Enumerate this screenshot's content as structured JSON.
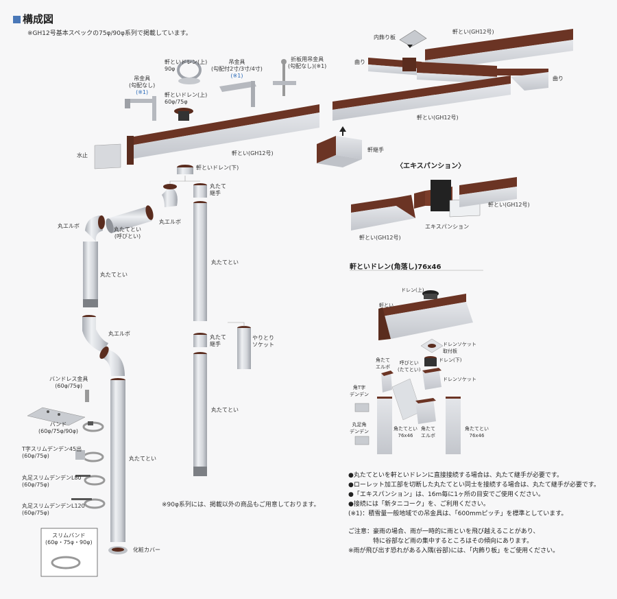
{
  "header": {
    "title": "構成図",
    "subtitle": "※GH12号基本スペックの75φ/90φ系列で掲載しています。"
  },
  "labels": {
    "uchikazari": "内飾り板",
    "noki_top": "軒とい(GH12号)",
    "magari_l": "曲り",
    "magari_r": "曲り",
    "tsurikanagu_a": [
      "吊金具",
      "(勾配なし)",
      "(※1)"
    ],
    "drain_top90": [
      "軒といドレン(上)",
      "90φ"
    ],
    "drain_top60": [
      "軒といドレン(上)",
      "60φ/75φ"
    ],
    "tsurikanagu_b": [
      "吊金具",
      "(勾配付2寸/3寸/4寸)",
      "(※1)"
    ],
    "oriita": [
      "折板用吊金具",
      "(勾配なし)(※1)"
    ],
    "noki_mid": "軒とい(GH12号)",
    "noki_main": "軒とい(GH12号)",
    "mizudome": "水止",
    "nokitsugite": "軒継手",
    "drain_bottom": "軒といドレン(下)",
    "maru_tsugite1": [
      "丸たて",
      "継手"
    ],
    "maru_elbow1": "丸エルボ",
    "maru_elbow2": "丸エルボ",
    "yobitoi": [
      "丸たてとい",
      "(呼びとい)"
    ],
    "marutatetoi1": "丸たてとい",
    "marutatetoi2": "丸たてとい",
    "maru_elbow3": "丸エルボ",
    "maru_tsugite2": [
      "丸たて",
      "継手"
    ],
    "yaritori": [
      "やりとり",
      "ソケット"
    ],
    "marutatetoi3": "丸たてとい",
    "marutatetoi4": "丸たてとい",
    "bandless": [
      "バンドレス金具",
      "(60φ/75φ)"
    ],
    "band": [
      "バンド",
      "(60φ/75φ/90φ)"
    ],
    "t_slim": [
      "T字スリムデンデン45出",
      "(60φ/75φ)"
    ],
    "maru_slim80": [
      "丸足スリムデンデンL80",
      "(60φ/75φ)"
    ],
    "maru_slim120": [
      "丸足スリムデンデンL120",
      "(60φ/75φ)"
    ],
    "slimband": [
      "スリムバンド",
      "(60φ・75φ・90φ)"
    ],
    "kesho": "化粧カバー",
    "note90": "※90φ系列には、掲載以外の商品もご用意しております。",
    "expansion_title": "〈エキスパンション〉",
    "exp_noki_r": "軒とい(GH12号)",
    "exp_center": "エキスパンション",
    "exp_noki_l": "軒とい(GH12号)",
    "kaku_title": "軒といドレン(角落し)76x46",
    "k_drain_top": "ドレン(上)",
    "k_nokitoi": "軒とい",
    "k_socket_plate": [
      "ドレンソケット",
      "取付板"
    ],
    "k_drain_bottom": "ドレン(下)",
    "k_kaku_elbow": [
      "角たて",
      "エルボ"
    ],
    "k_yobitoi": [
      "呼びとい",
      "(たてとい)"
    ],
    "k_drain_socket": "ドレンソケット",
    "k_kaku_t": [
      "角T字",
      "デンデン"
    ],
    "k_kakutatetoi1": [
      "角たてとい",
      "76x46"
    ],
    "k_kaku_elbow2": [
      "角たて",
      "エルボ"
    ],
    "k_kakutatetoi2": [
      "角たてとい",
      "76x46"
    ],
    "k_maru_ashi": [
      "丸足角",
      "デンデン"
    ]
  },
  "notes": [
    "●丸たてといを軒といドレンに直接接続する場合は、丸たて継手が必要です。",
    "●ローレット加工部を切断した丸たてとい同士を接続する場合は、丸たて継手が必要です。",
    "●「エキスパンション」は、16m毎に1ヶ所の目安でご使用ください。",
    "●接続には「新タニコーク」を、ご利用ください。",
    "(※1)：積雪量一般地域での吊金具は、「600mmピッチ」を標準としています。"
  ],
  "caution": [
    "ご注意：豪雨の場合、雨が一時的に雨といを飛び越えることがあり、",
    "　　　　特に谷部など雨の集中するところはその傾向にあります。",
    "※雨が飛び出す恐れがある入隅(谷部)には、「内飾り板」をご使用ください。"
  ],
  "colors": {
    "brown": "#6b3424",
    "silver": "#d6d9de",
    "accent": "#4a78b8",
    "note_blue": "#2a6ab8"
  }
}
